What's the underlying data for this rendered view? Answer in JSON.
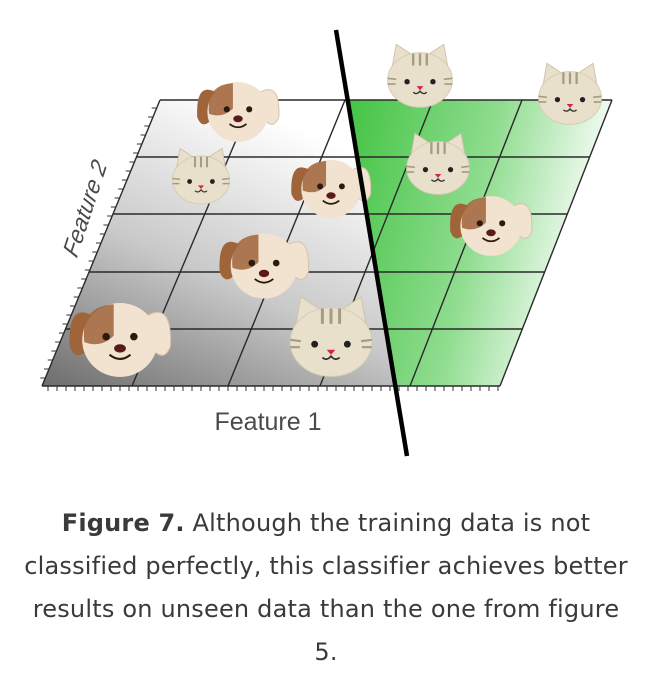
{
  "figure": {
    "x_axis_label": "Feature 1",
    "y_axis_label": "Feature 2",
    "icons": [
      {
        "kind": "dog",
        "side": "left"
      },
      {
        "kind": "cat",
        "side": "left"
      },
      {
        "kind": "dog",
        "side": "left"
      },
      {
        "kind": "dog",
        "side": "left"
      },
      {
        "kind": "dog",
        "side": "left"
      },
      {
        "kind": "cat",
        "side": "left"
      },
      {
        "kind": "cat",
        "side": "right"
      },
      {
        "kind": "cat",
        "side": "right"
      },
      {
        "kind": "cat",
        "side": "right"
      },
      {
        "kind": "dog",
        "side": "right"
      }
    ],
    "colors": {
      "classifier_region": "#4cc94c",
      "boundary_line": "#000000",
      "dog_fur": "#f2e2d0",
      "dog_patch": "#a0643a",
      "cat_fur": "#e9e0cc",
      "cat_stripe": "#a59c85",
      "nose": "#d9214f"
    }
  },
  "caption": {
    "label": "Figure 7.",
    "text": " Although the training data is not classified perfectly, this classifier achieves better results on unseen data than the one from figure 5."
  }
}
